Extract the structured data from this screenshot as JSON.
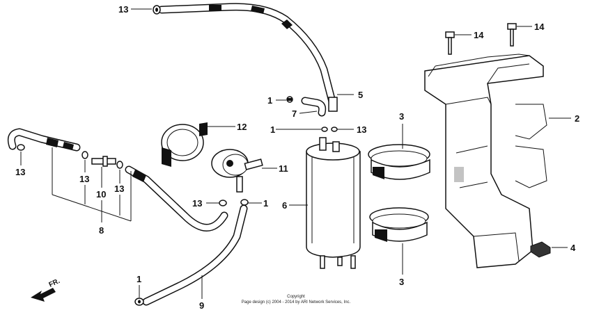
{
  "callouts": {
    "c1_top": "1",
    "c1_mid": "1",
    "c1_right": "1",
    "c1_bottom": "1",
    "c2": "2",
    "c3_top": "3",
    "c3_bottom": "3",
    "c4": "4",
    "c5": "5",
    "c6": "6",
    "c7": "7",
    "c8": "8",
    "c9": "9",
    "c10": "10",
    "c11": "11",
    "c12": "12",
    "c13_topleft": "13",
    "c13_left": "13",
    "c13_a": "13",
    "c13_b": "13",
    "c13_mid": "13",
    "c13_center": "13",
    "c14_a": "14",
    "c14_b": "14"
  },
  "direction_label": "FR.",
  "copyright": {
    "line1": "Copyright",
    "line2": "Page design (c) 2004 - 2014 by ARI Network Services, Inc."
  }
}
